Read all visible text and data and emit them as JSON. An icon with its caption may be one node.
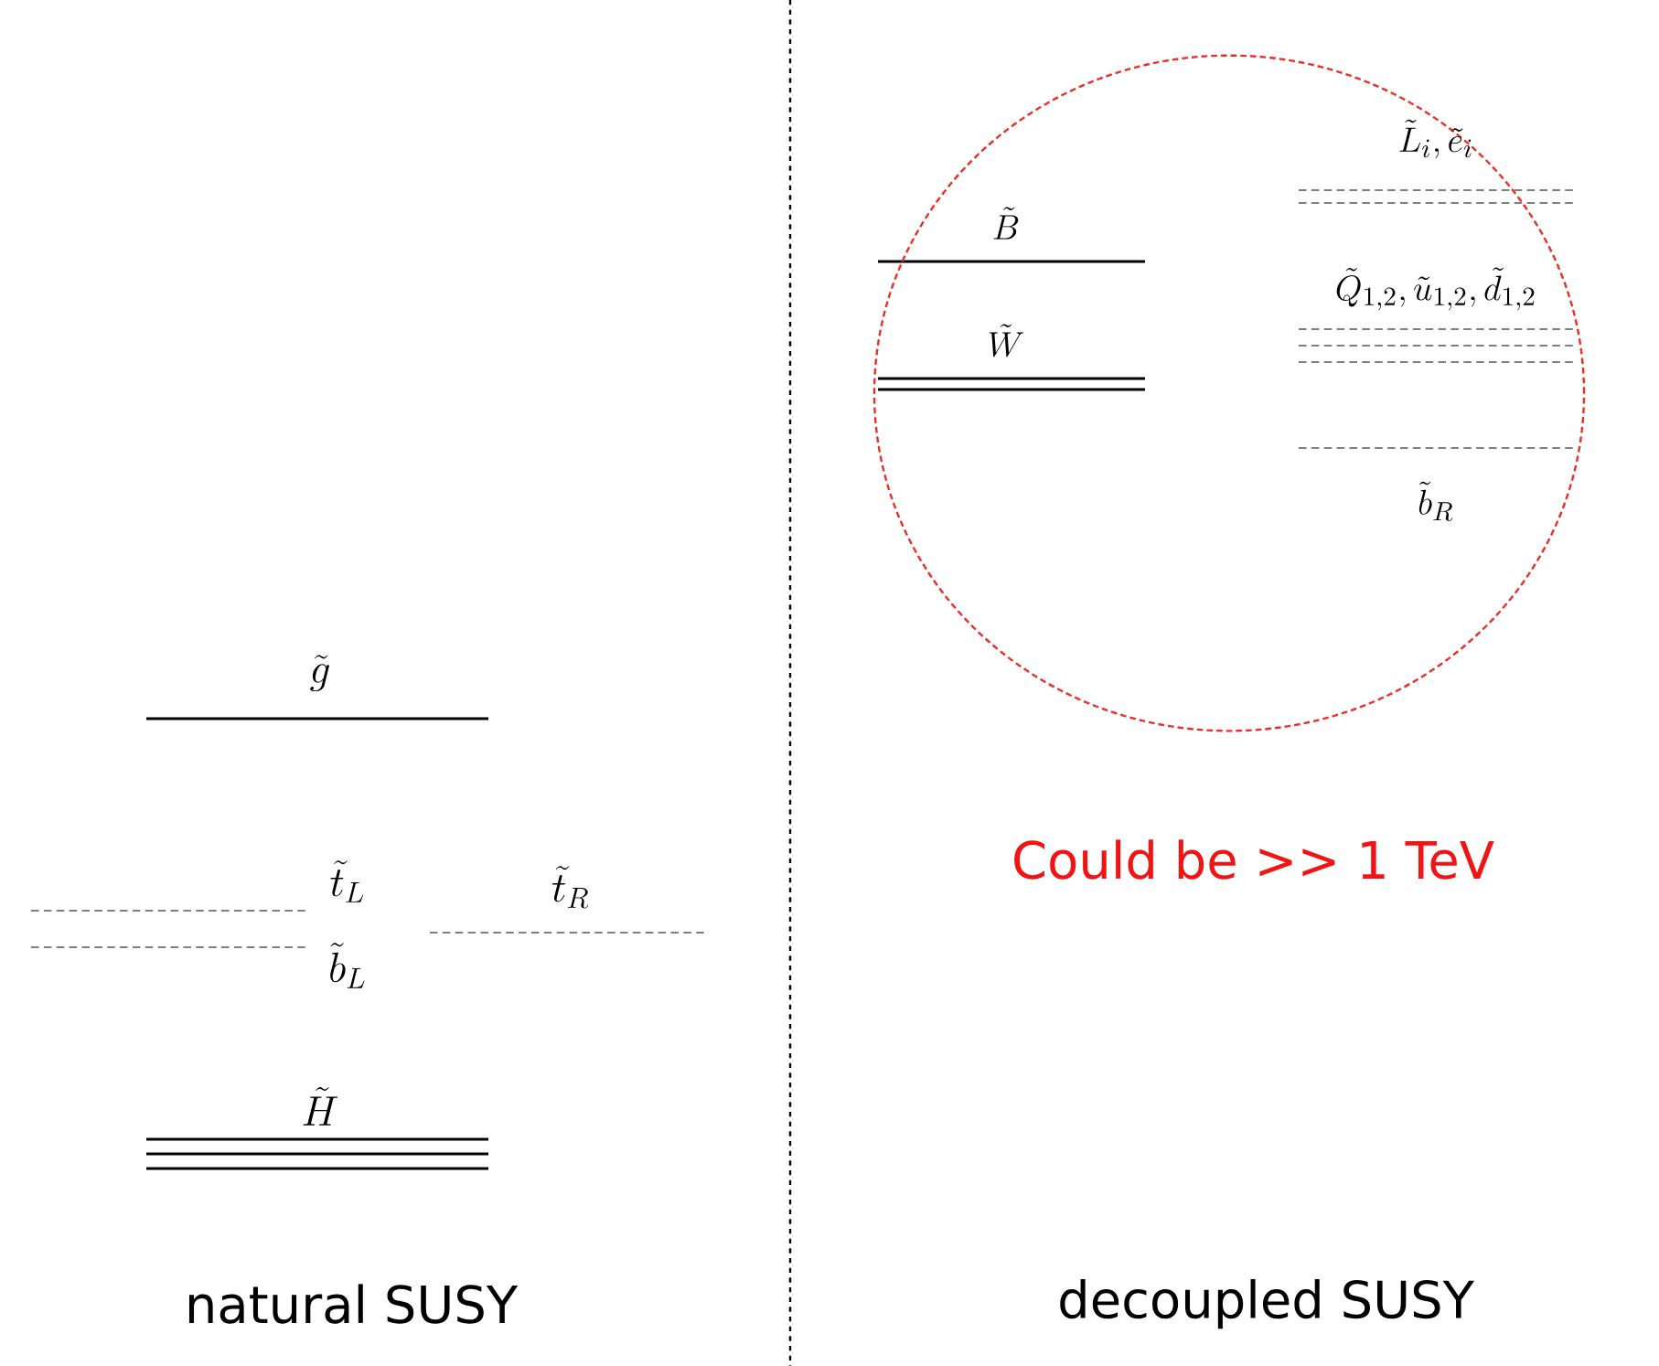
{
  "diagram": {
    "nodes": [
      {
        "text": [
          "\\tilde{B}",
          "\\tilde{W}",
          "\\tilde{L}_i, \\tilde{e}_i",
          "\\tilde{Q}_{1,2}, \\tilde{u}_{1,2}, \\tilde{d}_{1,2}",
          "\\tilde{b}_R"
        ],
        "beside": [
          "Could be >> 1 TeV"
        ]
      }
    ],
    "labels": [
      "\\tilde{g}",
      "\\tilde{t}_L",
      "\\tilde{b}_L",
      "\\tilde{t}_R",
      "\\tilde{H}",
      "natural SUSY",
      "decoupled SUSY"
    ]
  }
}
